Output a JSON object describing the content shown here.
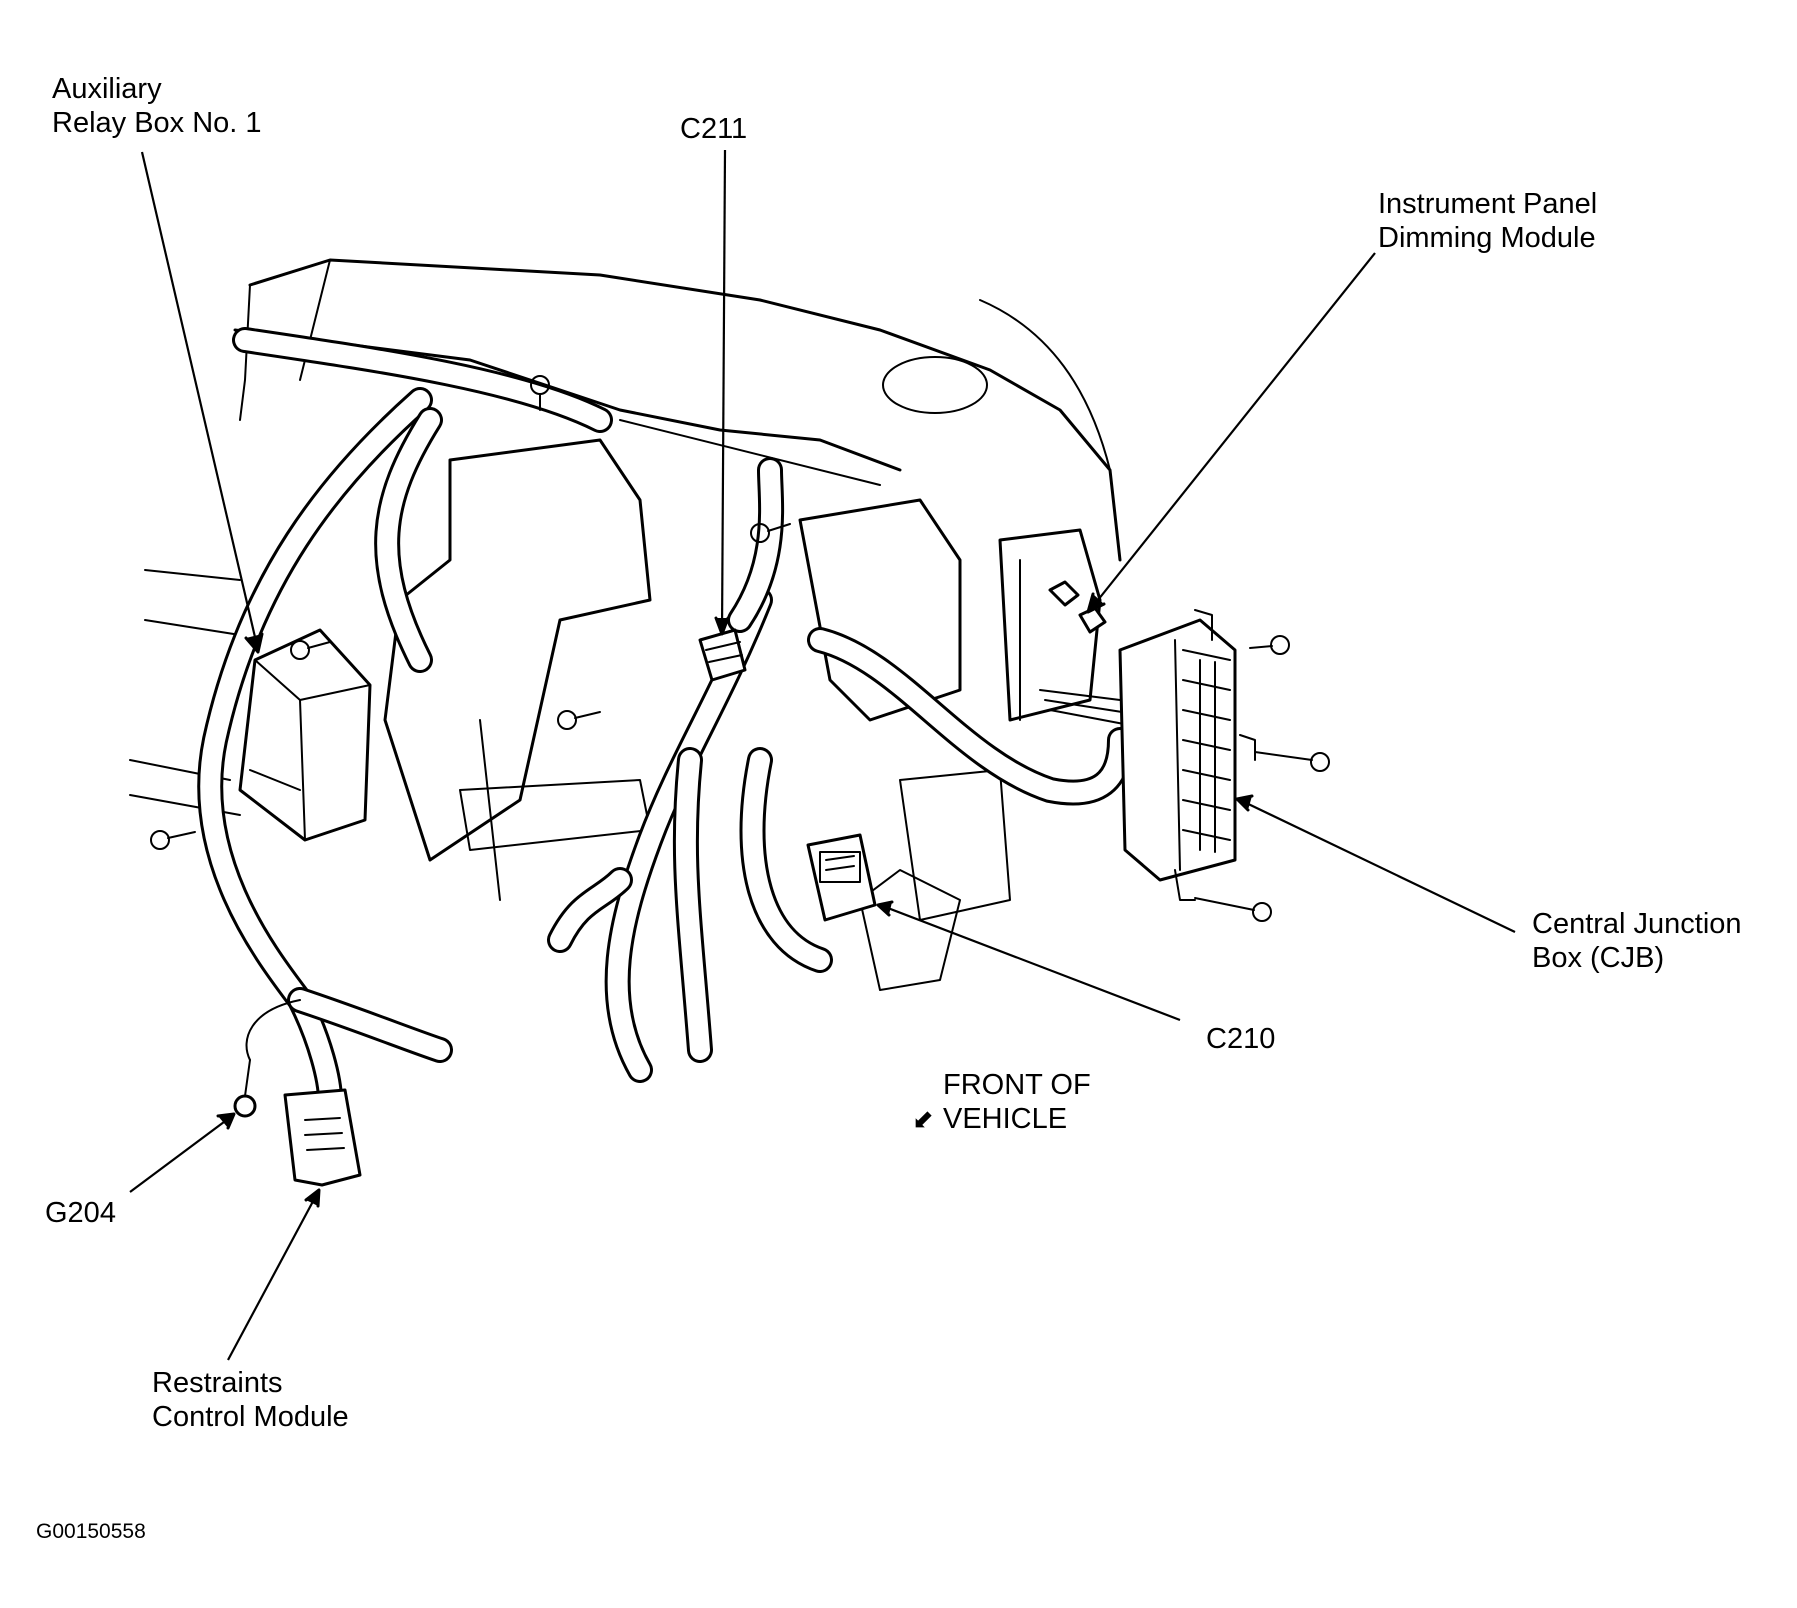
{
  "labels": {
    "auxiliary_relay_box": [
      "Auxiliary",
      "Relay Box No. 1"
    ],
    "c211": "C211",
    "ip_dimming_module": [
      "Instrument Panel",
      "Dimming Module"
    ],
    "central_junction_box": [
      "Central Junction",
      "Box (CJB)"
    ],
    "c210": "C210",
    "front_of_vehicle": [
      "FRONT OF",
      "VEHICLE"
    ],
    "g204": "G204",
    "restraints_control_module": [
      "Restraints",
      "Control Module"
    ]
  },
  "figure_id": "G00150558"
}
